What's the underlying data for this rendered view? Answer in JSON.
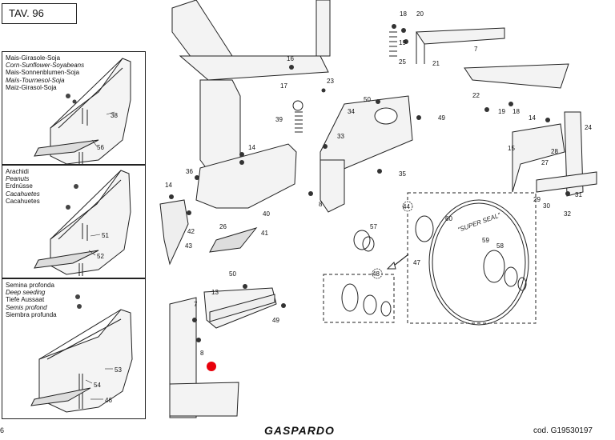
{
  "table_label": "TAV. 96",
  "panels": [
    {
      "lines": [
        "Mais-Girasole-Soja",
        "Corn-Sunflower-Soyabeans",
        "Mais-Sonnenblumen-Soja",
        "Maïs-Tournesol-Soja",
        "Maiz-Girasol-Soja"
      ],
      "italic": [
        false,
        true,
        false,
        true,
        false
      ],
      "parts": [
        "38",
        "56"
      ]
    },
    {
      "lines": [
        "Arachidi",
        "Peanuts",
        "Erdnüsse",
        "Cacahuetes",
        "Cacahuetes"
      ],
      "italic": [
        false,
        true,
        false,
        true,
        false
      ],
      "parts": [
        "51",
        "52"
      ]
    },
    {
      "lines": [
        "Semina profonda",
        "Deep seeding",
        "Tiefe Aussaat",
        "Semis profond",
        "Siembra profunda"
      ],
      "italic": [
        false,
        true,
        false,
        true,
        false
      ],
      "parts": [
        "53",
        "54",
        "46"
      ]
    }
  ],
  "callouts": [
    "18",
    "20",
    "7",
    "25",
    "19",
    "21",
    "16",
    "17",
    "23",
    "22",
    "19",
    "18",
    "50",
    "34",
    "49",
    "39",
    "14",
    "24",
    "15",
    "28",
    "33",
    "14",
    "36",
    "27",
    "29",
    "35",
    "14",
    "40",
    "26",
    "44",
    "30",
    "31",
    "32",
    "8",
    "42",
    "41",
    "43",
    "60",
    "57",
    "59",
    "58",
    "47",
    "48",
    "50",
    "13",
    "7",
    "49",
    "8"
  ],
  "disc_text": "\"SUPER SEAL\"",
  "marker_color": "#e8000b",
  "footer": {
    "page": "6",
    "brand": "GASPARDO",
    "code": "cod. G19530197"
  }
}
